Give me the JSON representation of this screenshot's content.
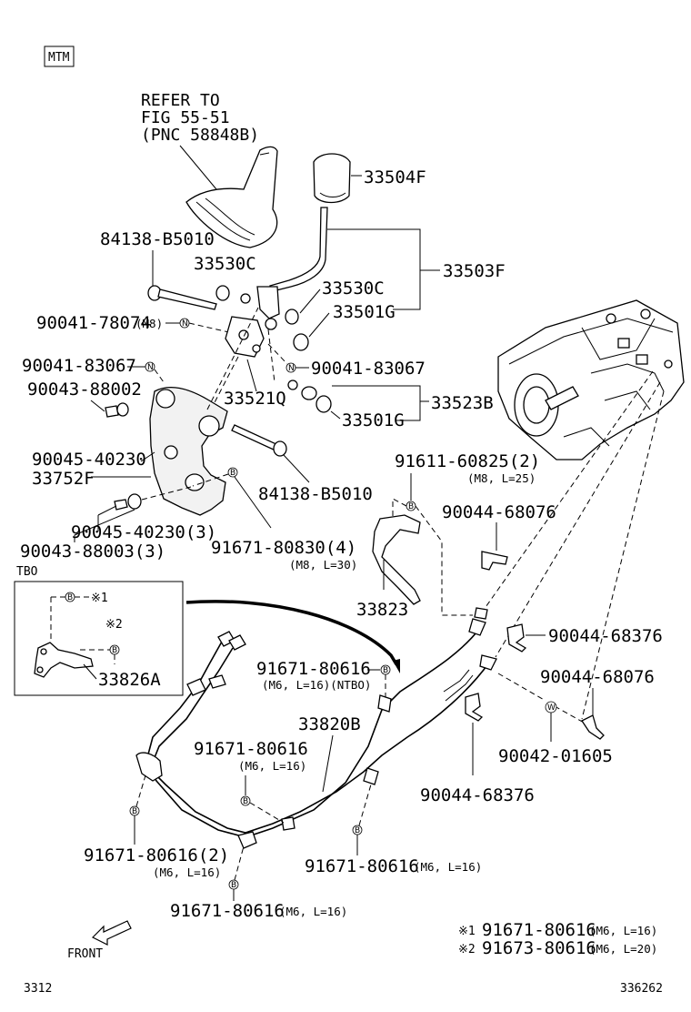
{
  "header": {
    "badge": "MTM"
  },
  "refer_note": {
    "line1": "REFER TO",
    "line2": "FIG 55-51",
    "line3": "(PNC 58848B)"
  },
  "labels": {
    "p33504F": "33504F",
    "p33503F": "33503F",
    "p84138_top": "84138-B5010",
    "p33530C_a": "33530C",
    "p33530C_b": "33530C",
    "p33501G_a": "33501G",
    "p90041_78074": "90041-78074",
    "p90041_78074_spec": "(M8)",
    "p90041_83067_a": "90041-83067",
    "p90041_83067_b": "90041-83067",
    "p33521Q": "33521Q",
    "p33523B": "33523B",
    "p90043_88002": "90043-88002",
    "p33501G_b": "33501G",
    "p90045_40230": "90045-40230",
    "p33752F": "33752F",
    "p84138_bottom": "84138-B5010",
    "p91611": "91611-60825(2)",
    "p91611_spec": "(M8, L=25)",
    "p90044_68076_a": "90044-68076",
    "p90045_40230_3": "90045-40230(3)",
    "p90043_88003_3": "90043-88003(3)",
    "p91671_80830_4": "91671-80830(4)",
    "p91671_80830_spec": "(M8, L=30)",
    "p33823": "33823",
    "tbo_tag": "TBO",
    "p33826A": "33826A",
    "p90044_68376_a": "90044-68376",
    "p91671_80616_tbo": "91671-80616",
    "p91671_80616_tbo_spec": "(M6, L=16)(NTBO)",
    "p90044_68076_b": "90044-68076",
    "p33820B": "33820B",
    "p91671_80616_c": "91671-80616",
    "p91671_80616_c_spec": "(M6, L=16)",
    "p90042_01605": "90042-01605",
    "p90044_68376_b": "90044-68376",
    "p91671_80616_2": "91671-80616(2)",
    "p91671_80616_2_spec": "(M6, L=16)",
    "p91671_80616_d": "91671-80616",
    "p91671_80616_d_spec": "(M6, L=16)",
    "p91671_80616_e": "91671-80616",
    "p91671_80616_e_spec": "(M6, L=16)"
  },
  "callouts": {
    "N": "N",
    "B": "B",
    "W": "W",
    "mark1": "※1",
    "mark2": "※2"
  },
  "notes": [
    {
      "mark": "※1",
      "part": "91671-80616",
      "spec": "(M6, L=16)"
    },
    {
      "mark": "※2",
      "part": "91673-80616",
      "spec": "(M6, L=20)"
    }
  ],
  "front_label": "FRONT",
  "footer": {
    "left": "3312",
    "right": "336262"
  }
}
